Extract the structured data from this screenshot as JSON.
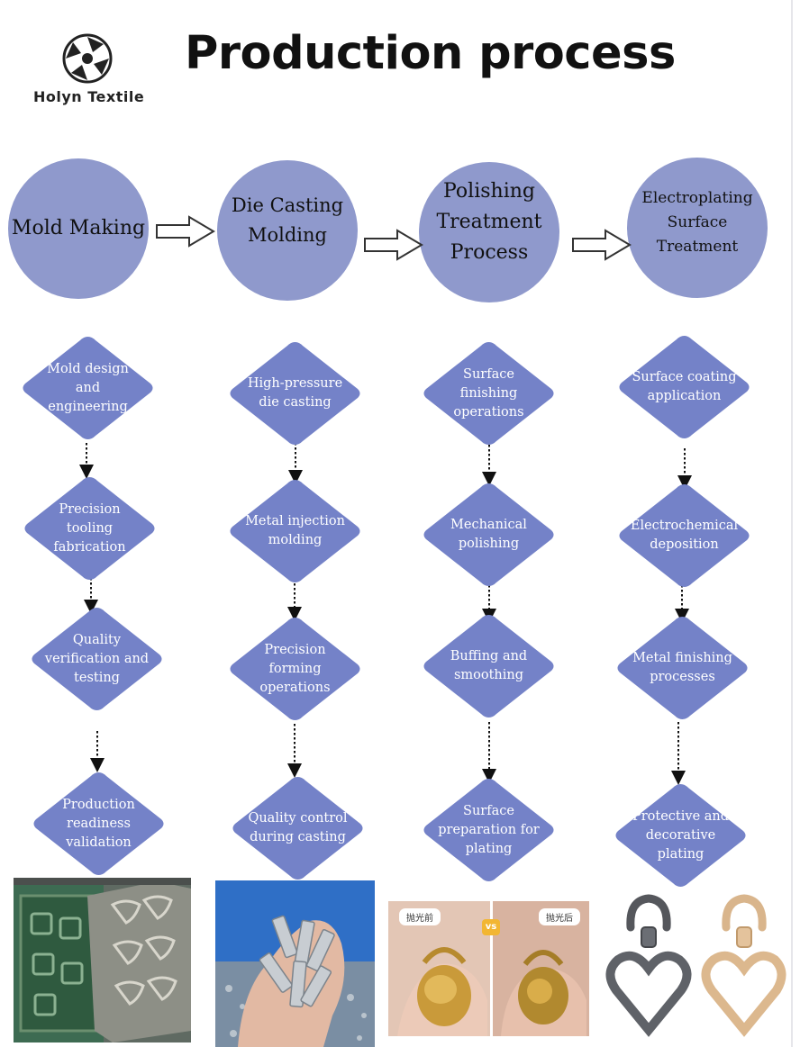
{
  "brand": {
    "name": "Holyn Textile"
  },
  "title": "Production process",
  "colors": {
    "stage_circle": "#8f99cc",
    "step_diamond": "#7482c8",
    "text_on_step": "#ffffff"
  },
  "stages": [
    {
      "label": "Mold Making",
      "steps": [
        "Mold design and engineering",
        "Precision tooling fabrication",
        "Quality verification and testing",
        "Production readiness validation"
      ]
    },
    {
      "label": "Die Casting Molding",
      "steps": [
        "High-pressure die casting",
        "Metal injection molding",
        "Precision forming operations",
        "Quality control during casting"
      ]
    },
    {
      "label": "Polishing Treatment Process",
      "steps": [
        "Surface finishing operations",
        "Mechanical polishing",
        "Buffing and smoothing",
        "Surface preparation for plating"
      ]
    },
    {
      "label": "Electroplating Surface Treatment",
      "steps": [
        "Surface coating application",
        "Electrochemical deposition",
        "Metal finishing processes",
        "Protective and decorative plating"
      ]
    }
  ],
  "photos": {
    "polish_before": "抛光前",
    "polish_vs": "vs",
    "polish_after": "抛光后"
  }
}
